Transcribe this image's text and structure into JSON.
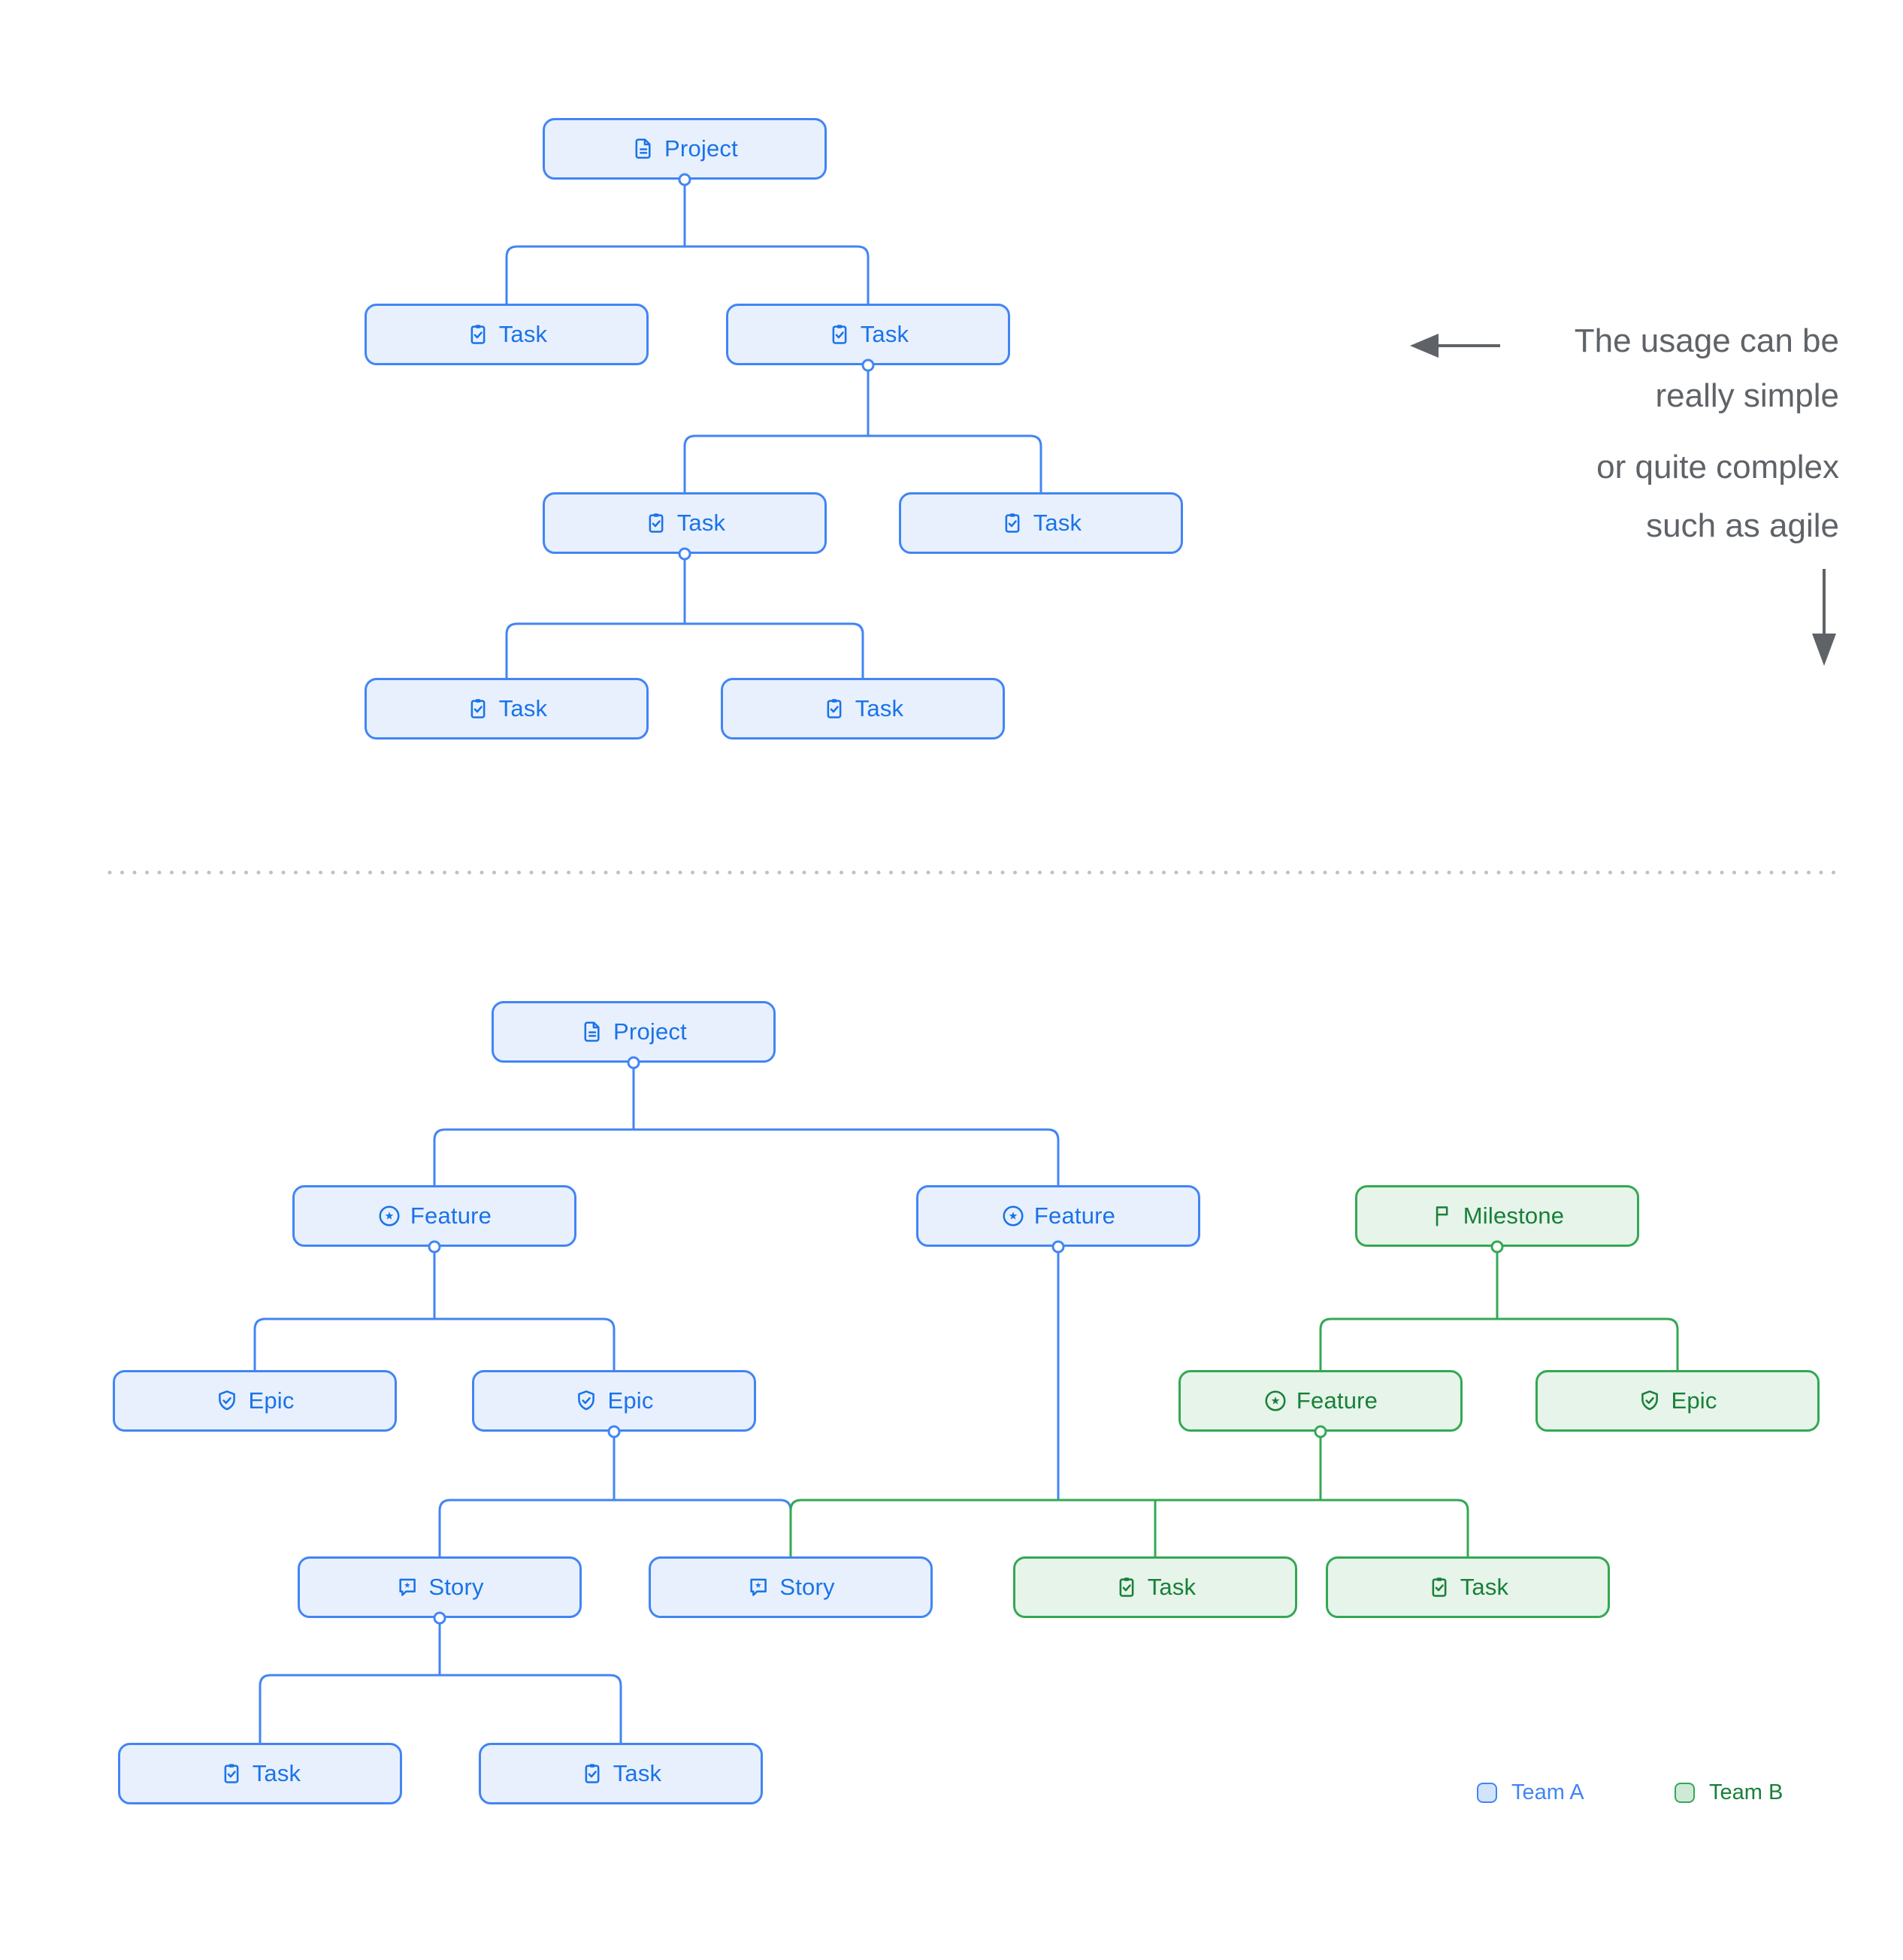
{
  "colors": {
    "team_a_border": "#4285F4",
    "team_a_fill": "#E8F0FE",
    "team_a_text": "#1A73E8",
    "team_b_border": "#34A853",
    "team_b_fill": "#E6F4EA",
    "team_b_text": "#188038",
    "annotation_text": "#5F6368",
    "separator_dots": "#BDC1C6"
  },
  "annotations": {
    "simple_line1": "The usage can be",
    "simple_line2": "really simple",
    "complex_line1": "or quite complex",
    "complex_line2": "such as agile"
  },
  "legend": {
    "team_a": "Team A",
    "team_b": "Team B"
  },
  "simple_tree": {
    "nodes": [
      {
        "label": "Project",
        "type": "project",
        "team": "A"
      },
      {
        "label": "Task",
        "type": "task",
        "team": "A"
      },
      {
        "label": "Task",
        "type": "task",
        "team": "A"
      },
      {
        "label": "Task",
        "type": "task",
        "team": "A"
      },
      {
        "label": "Task",
        "type": "task",
        "team": "A"
      },
      {
        "label": "Task",
        "type": "task",
        "team": "A"
      },
      {
        "label": "Task",
        "type": "task",
        "team": "A"
      }
    ]
  },
  "complex_tree": {
    "nodes": [
      {
        "label": "Project",
        "type": "project",
        "team": "A"
      },
      {
        "label": "Feature",
        "type": "feature",
        "team": "A"
      },
      {
        "label": "Feature",
        "type": "feature",
        "team": "A"
      },
      {
        "label": "Milestone",
        "type": "milestone",
        "team": "B"
      },
      {
        "label": "Epic",
        "type": "epic",
        "team": "A"
      },
      {
        "label": "Epic",
        "type": "epic",
        "team": "A"
      },
      {
        "label": "Feature",
        "type": "feature",
        "team": "B"
      },
      {
        "label": "Epic",
        "type": "epic",
        "team": "B"
      },
      {
        "label": "Story",
        "type": "story",
        "team": "A"
      },
      {
        "label": "Story",
        "type": "story",
        "team": "A"
      },
      {
        "label": "Task",
        "type": "task",
        "team": "B"
      },
      {
        "label": "Task",
        "type": "task",
        "team": "B"
      },
      {
        "label": "Task",
        "type": "task",
        "team": "A"
      },
      {
        "label": "Task",
        "type": "task",
        "team": "A"
      }
    ]
  }
}
